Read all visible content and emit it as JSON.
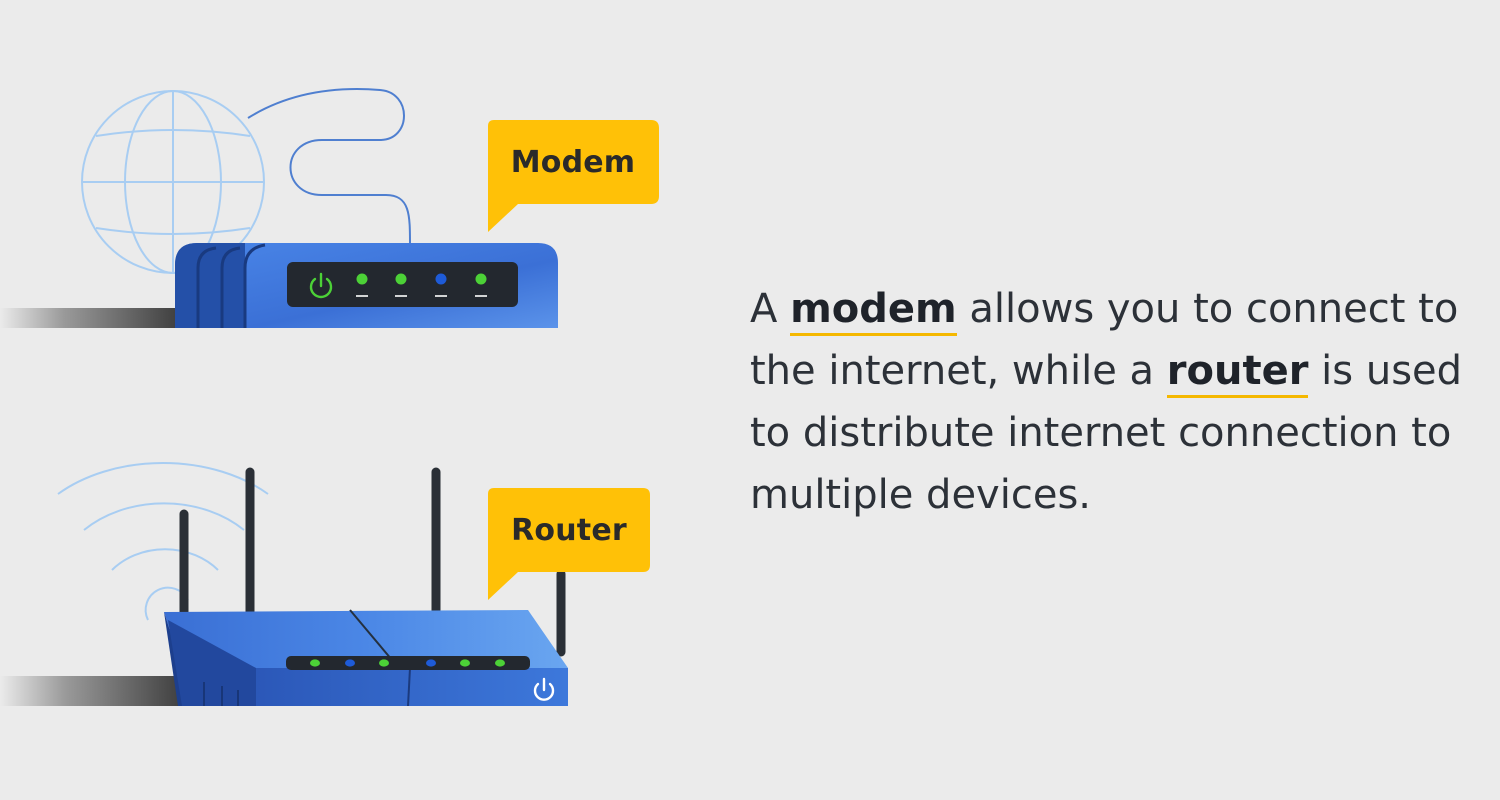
{
  "callouts": {
    "modem": "Modem",
    "router": "Router"
  },
  "description": {
    "part1": "A ",
    "term1": "modem",
    "part2": " allows you to connect to the internet, while a ",
    "term2": "router",
    "part3": " is used to distribute internet connection to multiple devices."
  },
  "modem_leds": [
    "power",
    "green",
    "green",
    "blue",
    "green"
  ],
  "router_leds": [
    "green",
    "blue",
    "green",
    "blue",
    "green",
    "green"
  ],
  "colors": {
    "background": "#ebebeb",
    "callout": "#ffc107",
    "device_blue": "#3b6fd1",
    "device_dark": "#1f3f8f",
    "led_green": "#4cd137",
    "led_blue": "#1e5bd8",
    "underline": "#f5b800",
    "text": "#2c3138"
  },
  "icons": [
    "globe-icon",
    "wifi-signal-icon",
    "power-icon"
  ]
}
